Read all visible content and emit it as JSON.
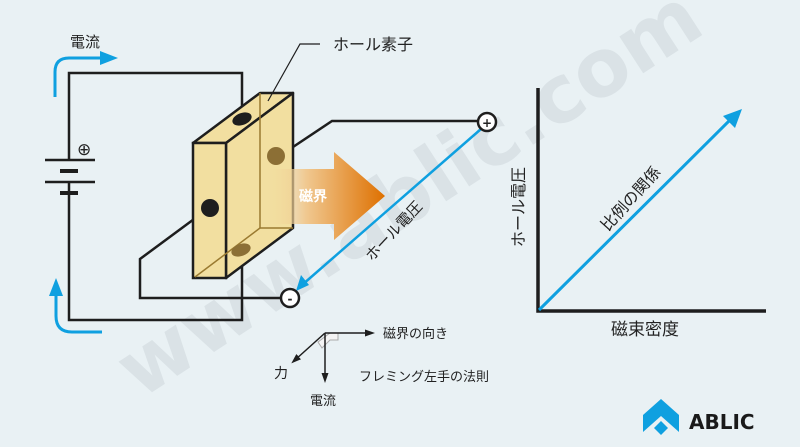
{
  "watermark": "www.ablic.com",
  "circuit": {
    "current_label": "電流",
    "hall_element_label": "ホール素子",
    "battery_plus_symbol": "⊕",
    "magnetic_field_label": "磁界",
    "hall_voltage_label": "ホール電圧",
    "terminal_plus": "+",
    "terminal_minus": "-"
  },
  "fleming": {
    "field_direction_label": "磁界の向き",
    "force_label": "力",
    "current_label": "電流",
    "rule_label": "フレミング左手の法則"
  },
  "graph": {
    "y_axis_label": "ホール電圧",
    "x_axis_label": "磁束密度",
    "line_label": "比例の関係"
  },
  "logo": {
    "text": "ABLIC"
  },
  "colors": {
    "background": "#e9f1f4",
    "accent_blue": "#0fa0e0",
    "arrow_orange": "#de7000",
    "element_fill": "#f2dfa0",
    "line": "#1e1e1e"
  }
}
